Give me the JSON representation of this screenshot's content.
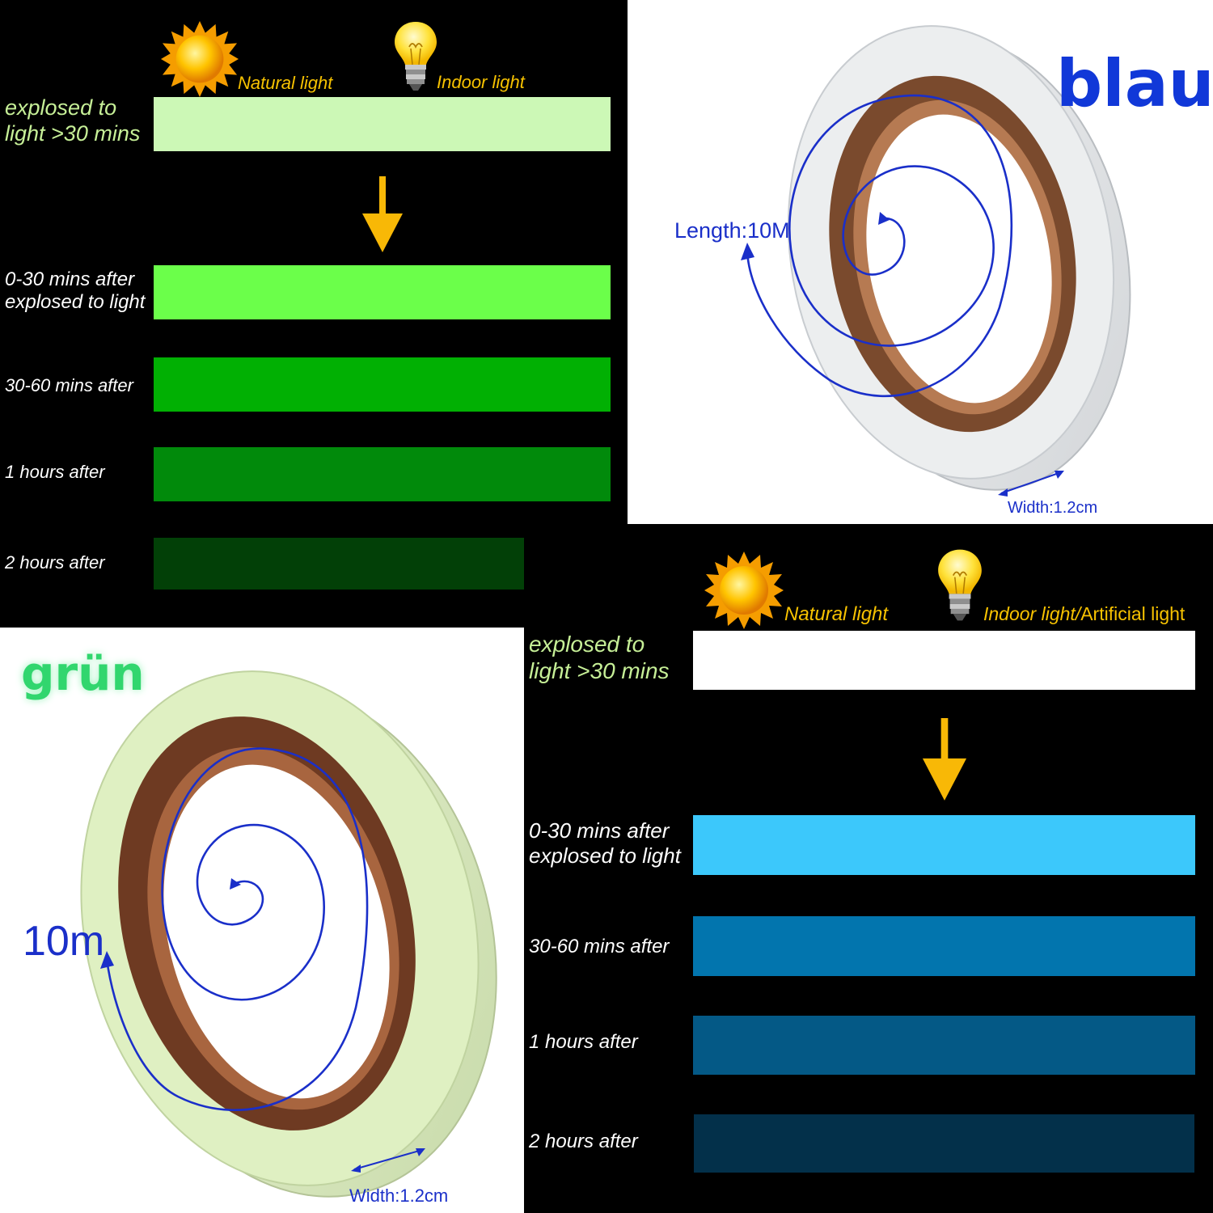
{
  "green_panel": {
    "legend": {
      "natural_light": "Natural light",
      "indoor_light": "Indoor light"
    },
    "stages": [
      {
        "label_lines": [
          "explosed to",
          "light >30 mins"
        ],
        "color": "#ccf8b6"
      },
      {
        "label_lines": [
          "0-30 mins after",
          "explosed to light"
        ],
        "color": "#6bff4a"
      },
      {
        "label_lines": [
          "30-60 mins after"
        ],
        "color": "#01b003"
      },
      {
        "label_lines": [
          "1 hours after"
        ],
        "color": "#018a0b"
      },
      {
        "label_lines": [
          "2 hours after"
        ],
        "color": "#024007"
      }
    ],
    "label_color": "#c6ef97"
  },
  "blue_panel": {
    "legend": {
      "natural_light": "Natural light",
      "indoor_light": "Indoor light",
      "separator": "/",
      "artificial_light": "Artificial light"
    },
    "stages": [
      {
        "label_lines": [
          "explosed to",
          "light >30 mins"
        ],
        "color": "#ffffff"
      },
      {
        "label_lines": [
          "0-30 mins after",
          "explosed to light"
        ],
        "color": "#3cc8fb"
      },
      {
        "label_lines": [
          "30-60 mins after"
        ],
        "color": "#0275ae"
      },
      {
        "label_lines": [
          "1 hours after"
        ],
        "color": "#045986"
      },
      {
        "label_lines": [
          "2 hours after"
        ],
        "color": "#03304a"
      }
    ]
  },
  "blau_product": {
    "color_name": "blau",
    "length_label": "Length:10M",
    "width_label": "Width:1.2cm",
    "tape_color": "#eceeef"
  },
  "gruen_product": {
    "color_name": "grün",
    "length_label": "10m",
    "width_label": "Width:1.2cm",
    "tape_color": "#dff0c2"
  },
  "icons": [
    "sun-icon",
    "light-bulb-icon",
    "down-arrow-icon",
    "spiral-arrow-icon",
    "width-arrow-icon"
  ],
  "colors": {
    "accent_arrow": "#f8b806",
    "measure_blue": "#1a2fc9",
    "gruen_text": "#31d66e"
  }
}
